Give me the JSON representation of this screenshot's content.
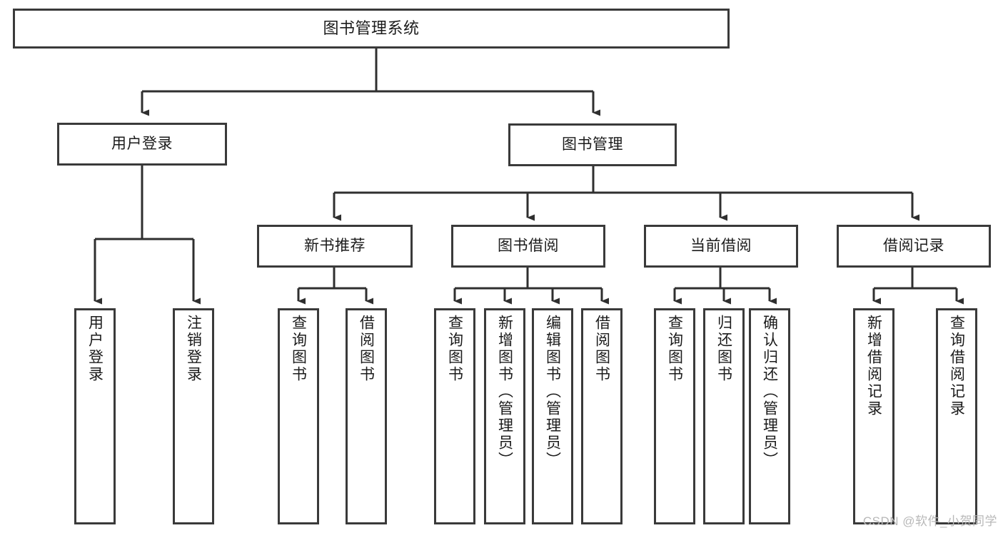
{
  "diagram": {
    "title": "图书管理系统",
    "type": "tree-hierarchy",
    "root": {
      "label": "图书管理系统"
    },
    "level1": [
      {
        "label": "用户登录"
      },
      {
        "label": "图书管理"
      }
    ],
    "level2": [
      {
        "label": "新书推荐"
      },
      {
        "label": "图书借阅"
      },
      {
        "label": "当前借阅"
      },
      {
        "label": "借阅记录"
      }
    ],
    "leaves": {
      "user_login": [
        {
          "label": "用户登录"
        },
        {
          "label": "注销登录"
        }
      ],
      "new_book_recommend": [
        {
          "label": "查询图书"
        },
        {
          "label": "借阅图书"
        }
      ],
      "book_borrow": [
        {
          "label": "查询图书"
        },
        {
          "label": "新增图书（管理员）"
        },
        {
          "label": "编辑图书（管理员）"
        },
        {
          "label": "借阅图书"
        }
      ],
      "current_borrow": [
        {
          "label": "查询图书"
        },
        {
          "label": "归还图书"
        },
        {
          "label": "确认归还（管理员）"
        }
      ],
      "borrow_record": [
        {
          "label": "新增借阅记录"
        },
        {
          "label": "查询借阅记录"
        }
      ]
    },
    "watermark": "CSDN @软件_小贺同学",
    "colors": {
      "stroke": "#3a3a3a",
      "text": "#1b1b1b",
      "background": "#ffffff",
      "watermark": "#b8b8b8"
    }
  }
}
